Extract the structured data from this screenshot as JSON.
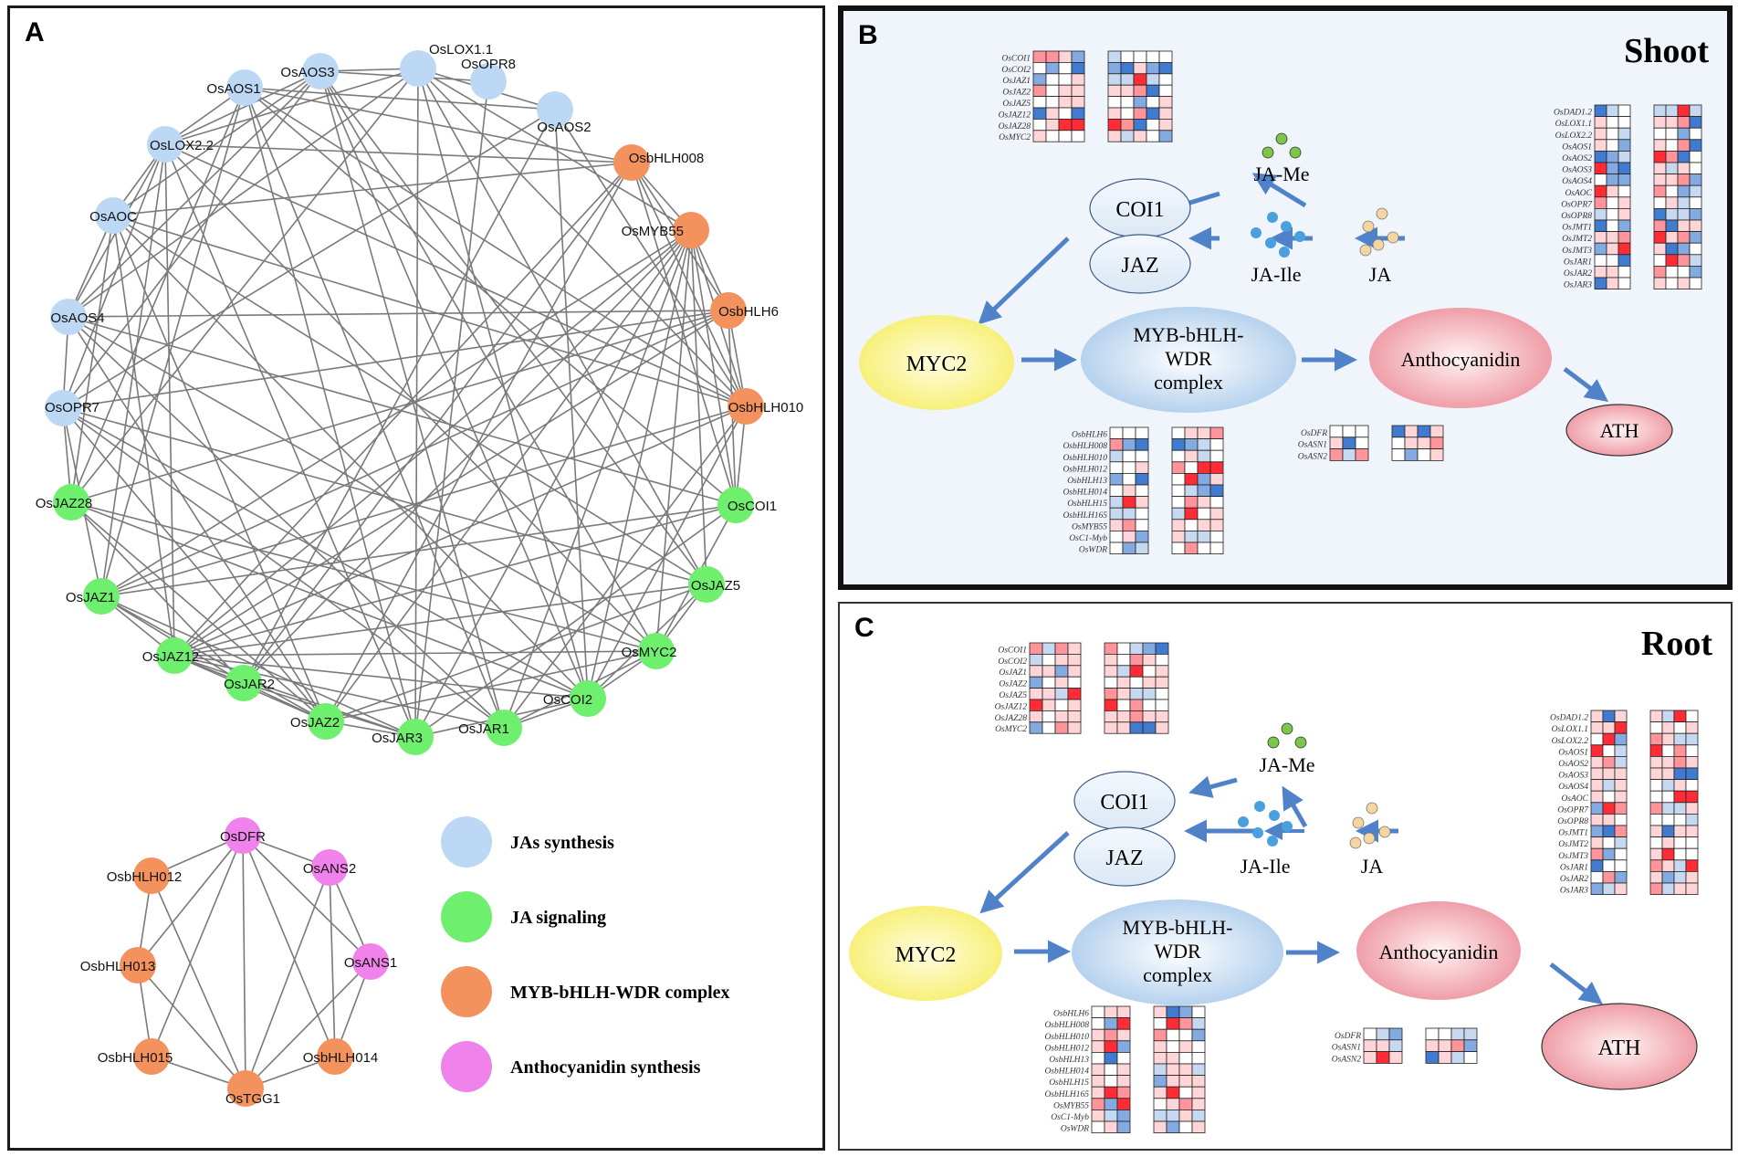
{
  "panelA": {
    "letter": "A",
    "colors": {
      "js": "#bcd8f5",
      "sig": "#6ef06e",
      "myb": "#f4925e",
      "anth": "#f082ec",
      "edge": "#7a7a7a"
    },
    "main_nodes": [
      {
        "id": "OsLOX1.1",
        "cat": "js"
      },
      {
        "id": "OsOPR8",
        "cat": "js"
      },
      {
        "id": "OsAOS2",
        "cat": "js"
      },
      {
        "id": "OsbHLH008",
        "cat": "myb"
      },
      {
        "id": "OsMYB55",
        "cat": "myb"
      },
      {
        "id": "OsbHLH6",
        "cat": "myb"
      },
      {
        "id": "OsbHLH010",
        "cat": "myb"
      },
      {
        "id": "OsCOI1",
        "cat": "sig"
      },
      {
        "id": "OsJAZ5",
        "cat": "sig"
      },
      {
        "id": "OsMYC2",
        "cat": "sig"
      },
      {
        "id": "OsCOI2",
        "cat": "sig"
      },
      {
        "id": "OsJAR1",
        "cat": "sig"
      },
      {
        "id": "OsJAR3",
        "cat": "sig"
      },
      {
        "id": "OsJAZ2",
        "cat": "sig"
      },
      {
        "id": "OsJAR2",
        "cat": "sig"
      },
      {
        "id": "OsJAZ12",
        "cat": "sig"
      },
      {
        "id": "OsJAZ1",
        "cat": "sig"
      },
      {
        "id": "OsJAZ28",
        "cat": "sig"
      },
      {
        "id": "OsOPR7",
        "cat": "js"
      },
      {
        "id": "OsAOS4",
        "cat": "js"
      },
      {
        "id": "OsAOC",
        "cat": "js"
      },
      {
        "id": "OsLOX2.2",
        "cat": "js"
      },
      {
        "id": "OsAOS1",
        "cat": "js"
      },
      {
        "id": "OsAOS3",
        "cat": "js"
      }
    ],
    "small_nodes": [
      {
        "id": "OsDFR",
        "cat": "anth"
      },
      {
        "id": "OsANS2",
        "cat": "anth"
      },
      {
        "id": "OsANS1",
        "cat": "anth"
      },
      {
        "id": "OsbHLH014",
        "cat": "myb"
      },
      {
        "id": "OsTGG1",
        "cat": "myb"
      },
      {
        "id": "OsbHLH015",
        "cat": "myb"
      },
      {
        "id": "OsbHLH013",
        "cat": "myb"
      },
      {
        "id": "OsbHLH012",
        "cat": "myb"
      }
    ],
    "small_edges": [
      [
        0,
        1
      ],
      [
        0,
        2
      ],
      [
        0,
        3
      ],
      [
        0,
        4
      ],
      [
        0,
        5
      ],
      [
        0,
        6
      ],
      [
        0,
        7
      ],
      [
        1,
        2
      ],
      [
        1,
        3
      ],
      [
        1,
        4
      ],
      [
        2,
        3
      ],
      [
        2,
        4
      ],
      [
        3,
        4
      ],
      [
        4,
        5
      ],
      [
        4,
        6
      ],
      [
        4,
        7
      ],
      [
        5,
        6
      ],
      [
        6,
        7
      ]
    ],
    "legend": [
      {
        "cat": "js",
        "label": "JAs synthesis"
      },
      {
        "cat": "sig",
        "label": "JA signaling"
      },
      {
        "cat": "myb",
        "label": "MYB-bHLH-WDR complex"
      },
      {
        "cat": "anth",
        "label": "Anthocyanidin synthesis"
      }
    ]
  },
  "panelB": {
    "letter": "B",
    "title": "Shoot",
    "nodes": {
      "coi1": "COI1",
      "jaz": "JAZ",
      "jame": "JA-Me",
      "jaile": "JA-Ile",
      "ja": "JA",
      "myc2": "MYC2",
      "myb_l1": "MYB-bHLH-",
      "myb_l2": "WDR",
      "myb_l3": "complex",
      "anthocyanidin": "Anthocyanidin",
      "ath": "ATH"
    },
    "heatmaps": {
      "coi": {
        "genes": [
          "OsCOI1",
          "OsCOI2",
          "OsJAZ1",
          "OsJAZ2",
          "OsJAZ5",
          "OsJAZ12",
          "OsJAZ28",
          "OsMYC2"
        ]
      },
      "syn": {
        "genes": [
          "OsDAD1.2",
          "OsLOX1.1",
          "OsLOX2.2",
          "OsAOS1",
          "OsAOS2",
          "OsAOS3",
          "OsAOS4",
          "OsAOC",
          "OsOPR7",
          "OsOPR8",
          "OsJMT1",
          "OsJMT2",
          "OsJMT3",
          "OsJAR1",
          "OsJAR2",
          "OsJAR3"
        ]
      },
      "tf": {
        "genes": [
          "OsbHLH6",
          "OsbHLH008",
          "OsbHLH010",
          "OsbHLH012",
          "OsbHLH13",
          "OsbHLH014",
          "OsbHLH15",
          "OsbHLH165",
          "OsMYB55",
          "OsC1-Myb",
          "OsWDR"
        ]
      },
      "ans": {
        "genes": [
          "OsDFR",
          "OsASN1",
          "OsASN2"
        ]
      }
    }
  },
  "panelC": {
    "letter": "C",
    "title": "Root",
    "nodes": {
      "coi1": "COI1",
      "jaz": "JAZ",
      "jame": "JA-Me",
      "jaile": "JA-Ile",
      "ja": "JA",
      "myc2": "MYC2",
      "myb_l1": "MYB-bHLH-",
      "myb_l2": "WDR",
      "myb_l3": "complex",
      "anthocyanidin": "Anthocyanidin",
      "ath": "ATH"
    },
    "heatmaps": {
      "coi": {
        "genes": [
          "OsCOI1",
          "OsCOI2",
          "OsJAZ1",
          "OsJAZ2",
          "OsJAZ5",
          "OsJAZ12",
          "OsJAZ28",
          "OsMYC2"
        ]
      },
      "syn": {
        "genes": [
          "OsDAD1.2",
          "OsLOX1.1",
          "OsLOX2.2",
          "OsAOS1",
          "OsAOS2",
          "OsAOS3",
          "OsAOS4",
          "OsAOC",
          "OsOPR7",
          "OsOPR8",
          "OsJMT1",
          "OsJMT2",
          "OsJMT3",
          "OsJAR1",
          "OsJAR2",
          "OsJAR3"
        ]
      },
      "tf": {
        "genes": [
          "OsbHLH6",
          "OsbHLH008",
          "OsbHLH010",
          "OsbHLH012",
          "OsbHLH13",
          "OsbHLH014",
          "OsbHLH15",
          "OsbHLH165",
          "OsMYB55",
          "OsC1-Myb",
          "OsWDR"
        ]
      },
      "ans": {
        "genes": [
          "OsDFR",
          "OsASN1",
          "OsASN2"
        ]
      }
    }
  }
}
